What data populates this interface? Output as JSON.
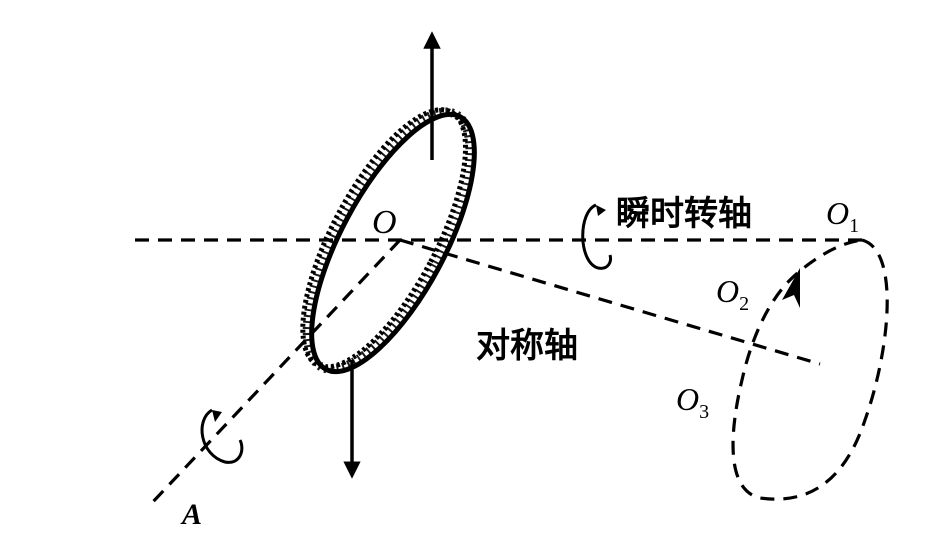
{
  "labels": {
    "origin": "O",
    "point_a": "A",
    "o1_base": "O",
    "o1_sub": "1",
    "o2_base": "O",
    "o2_sub": "2",
    "o3_base": "O",
    "o3_sub": "3",
    "instant_axis": "瞬时转轴",
    "symmetry_axis": "对称轴"
  },
  "colors": {
    "ink": "#000000",
    "background": "#ffffff"
  },
  "icons": {
    "up_arrow": "arrow-up-icon",
    "down_arrow": "arrow-down-icon",
    "rotation_arrow": "curved-rotation-arrow-icon"
  }
}
